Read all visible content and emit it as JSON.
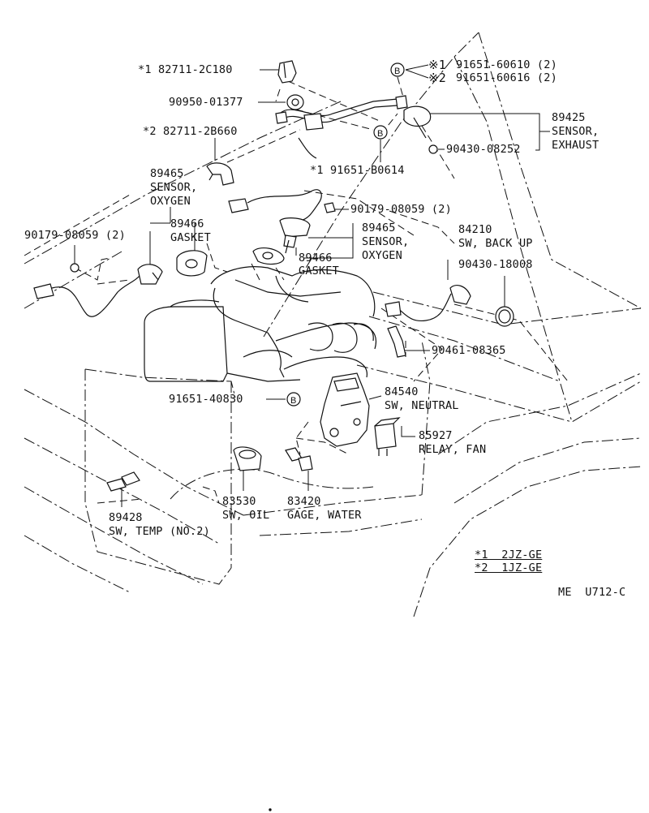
{
  "labels": {
    "p82711_2c180": "*1 82711-2C180",
    "p91651_60610": "91651-60610 (2)",
    "p91651_60616": "91651-60616 (2)",
    "note_mark_1": "※1",
    "note_mark_2": "※2",
    "p90950_01377": "90950-01377",
    "p89425": "89425",
    "p89425_name1": "SENSOR,",
    "p89425_name2": "EXHAUST",
    "p82711_2b660": "*2 82711-2B660",
    "p90430_08252": "90430-08252",
    "p91651_b0614": "*1 91651-B0614",
    "p89465_a": "89465",
    "p89465_a_name1": "SENSOR,",
    "p89465_a_name2": "OXYGEN",
    "p90179_08059_right": "90179-08059 (2)",
    "p90179_08059_left": "90179-08059 (2)",
    "p89466_a": "89466",
    "p89466_a_name": "GASKET",
    "p89465_b": "89465",
    "p89465_b_name1": "SENSOR,",
    "p89465_b_name2": "OXYGEN",
    "p84210": "84210",
    "p84210_name": "SW, BACK UP",
    "p89466_b": "89466",
    "p89466_b_name": "GASKET",
    "p90430_18008": "90430-18008",
    "p90461_08365": "90461-08365",
    "p91651_40830": "91651-40830",
    "p84540": "84540",
    "p84540_name": "SW, NEUTRAL",
    "p85927": "85927",
    "p85927_name": "RELAY, FAN",
    "p83530": "83530",
    "p83530_name": "SW, OIL",
    "p83420": "83420",
    "p83420_name": "GAGE, WATER",
    "p89428": "89428",
    "p89428_name": "SW, TEMP (NO.2)",
    "b_marker": "B"
  },
  "legend": {
    "line1": "*1  2JZ-GE",
    "line2": "*2  1JZ-GE"
  },
  "figure_code": "ME  U712-C"
}
